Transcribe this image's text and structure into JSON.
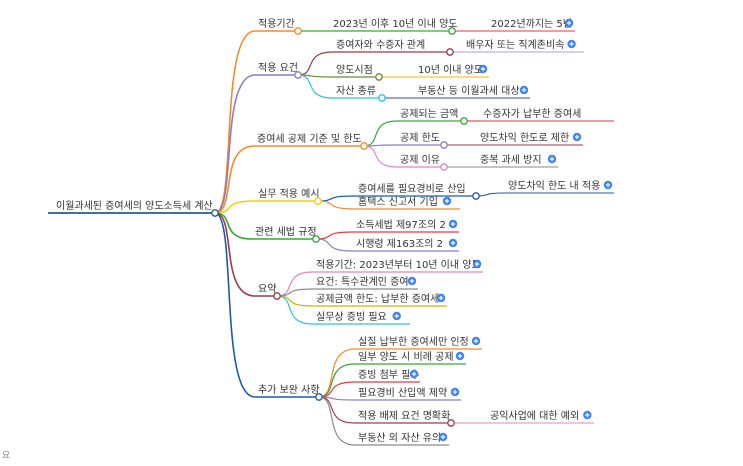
{
  "root": {
    "label": "이월과세된 증여세의 양도소득세 계산",
    "color": "#1f5f8b"
  },
  "footer": "요",
  "branches": [
    {
      "label": "적용기간",
      "color": "#f28c28",
      "children": [
        {
          "label": "2023년 이후 10년 이내 양도",
          "color": "#3aa63a",
          "children": [
            {
              "label": "2022년까지는 5년",
              "color": "#e63946",
              "more": true
            }
          ]
        }
      ]
    },
    {
      "label": "적용 요건",
      "color": "#8e7cc3",
      "children": [
        {
          "label": "증여자와 수증자 관계",
          "color": "#a03a4a",
          "children": [
            {
              "label": "배우자 또는 직계존비속",
              "color": "#b39ddb",
              "more": true
            }
          ]
        },
        {
          "label": "양도시점",
          "color": "#6d8a3a",
          "children": [
            {
              "label": "10년 이내 양도",
              "color": "#f2b705",
              "more": true
            }
          ]
        },
        {
          "label": "자산 종류",
          "color": "#26c6da",
          "children": [
            {
              "label": "부동산 등 이월과세 대상",
              "color": "#3949ab",
              "more": true
            }
          ]
        }
      ]
    },
    {
      "label": "증여세 공제 기준 및 한도",
      "color": "#f28c28",
      "children": [
        {
          "label": "공제되는 금액",
          "color": "#3aa63a",
          "children": [
            {
              "label": "수증자가 납부한 증여세",
              "color": "#e63946"
            }
          ]
        },
        {
          "label": "공제 한도",
          "color": "#8e7cc3",
          "children": [
            {
              "label": "양도차익 한도로 제한",
              "color": "#a03a4a",
              "more": true
            }
          ]
        },
        {
          "label": "공제 이유",
          "color": "#e384c4",
          "children": [
            {
              "label": "중복 과세 방지",
              "color": "#8a8a8a",
              "more": true
            }
          ]
        }
      ]
    },
    {
      "label": "실무 적용 예시",
      "color": "#f2d20b",
      "children": [
        {
          "label": "증여세를 필요경비로 산입",
          "color": "#1e5aa8",
          "children": [
            {
              "label": "양도차익 한도 내 적용",
              "color": "#1e5aa8",
              "more": true
            }
          ]
        },
        {
          "label": "홈택스 신고서 기입",
          "color": "#f28c28",
          "more": true
        }
      ]
    },
    {
      "label": "관련 세법 규정",
      "color": "#3aa63a",
      "children": [
        {
          "label": "소득세법 제97조의 2",
          "color": "#e63946",
          "more": true
        },
        {
          "label": "시행령 제163조의 2",
          "color": "#8e7cc3",
          "more": true
        }
      ]
    },
    {
      "label": "요약",
      "color": "#a03a4a",
      "children": [
        {
          "label": "적용기간: 2023년부터 10년 이내 양도",
          "color": "#e384c4",
          "more": true
        },
        {
          "label": "요건: 특수관계인 증여",
          "color": "#8a8a8a",
          "more": true
        },
        {
          "label": "공제금액 한도: 납부한 증여세",
          "color": "#c9b600",
          "more": true
        },
        {
          "label": "실무상 증빙 필요",
          "color": "#26c6da",
          "more": true
        }
      ]
    },
    {
      "label": "추가 보완 사항",
      "color": "#1e5aa8",
      "children": [
        {
          "label": "실질 납부한 증여세만 인정",
          "color": "#f28c28",
          "more": true
        },
        {
          "label": "일부 양도 시 비례 공제",
          "color": "#3aa63a",
          "more": true
        },
        {
          "label": "증빙 첨부 필수",
          "color": "#e63946",
          "more": true
        },
        {
          "label": "필요경비 산입액 제약",
          "color": "#8e7cc3",
          "more": true
        },
        {
          "label": "적용 배제 요건 명확화",
          "color": "#a03a4a",
          "children": [
            {
              "label": "공익사업에 대한 예외",
              "color": "#e384c4",
              "more": true
            }
          ]
        },
        {
          "label": "부동산 외 자산 유의",
          "color": "#8a8a8a",
          "more": true
        }
      ]
    }
  ]
}
